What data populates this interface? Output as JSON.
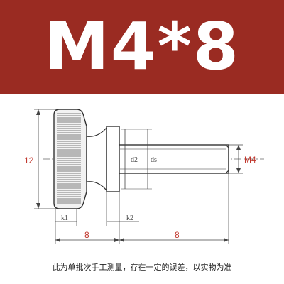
{
  "banner": {
    "title": "M4*8",
    "bg_color": "#9a2b22"
  },
  "drawing": {
    "head_diameter": "12",
    "thread_label": "M4",
    "head_length": "8",
    "shank_length": "8",
    "k1_label": "k1",
    "k2_label": "k2",
    "d2_label": "d2",
    "ds_label": "ds",
    "dim_color": "#c0352b"
  },
  "footer": {
    "note": "此为单批次手工测量，存在一定的误差，以实物为准"
  }
}
